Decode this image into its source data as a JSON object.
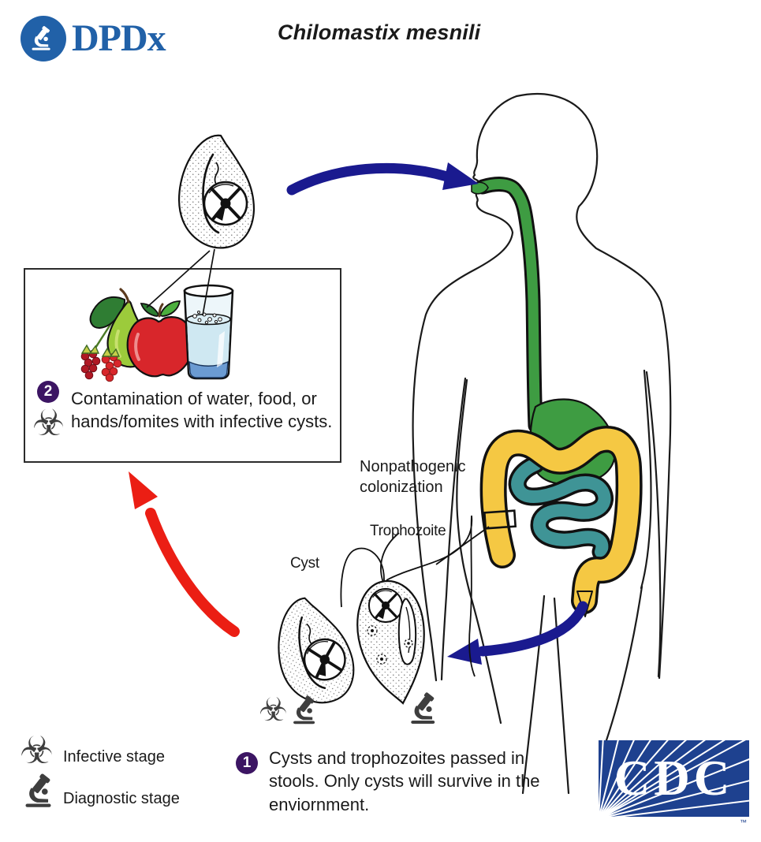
{
  "header": {
    "dpdx_label": "DPDx",
    "title": "Chilomastix mesnili"
  },
  "labels": {
    "nonpathogenic_colonization": "Nonpathogenic colonization",
    "cyst": "Cyst",
    "trophozoite": "Trophozoite"
  },
  "steps": {
    "step1": {
      "number": "1",
      "text": "Cysts and trophozoites passed in stools. Only cysts will survive in the enviornment."
    },
    "step2": {
      "number": "2",
      "text": "Contamination of water, food, or hands/fomites with infective cysts."
    }
  },
  "legend": {
    "infective_label": "Infective stage",
    "diagnostic_label": "Diagnostic stage"
  },
  "footer": {
    "cdc_label": "CDC",
    "trademark": "™"
  },
  "icons": {
    "biohazard_glyph": "☣"
  },
  "colors": {
    "arrow_blue": "#1A1A8F",
    "arrow_red": "#EB1E14",
    "gi_green": "#3E9C42",
    "colon_yellow": "#F5C843",
    "intestine_teal": "#3F9496",
    "step_badge_purple": "#3C1563",
    "dpdx_blue": "#2161A8",
    "cdc_blue": "#1E418F"
  }
}
